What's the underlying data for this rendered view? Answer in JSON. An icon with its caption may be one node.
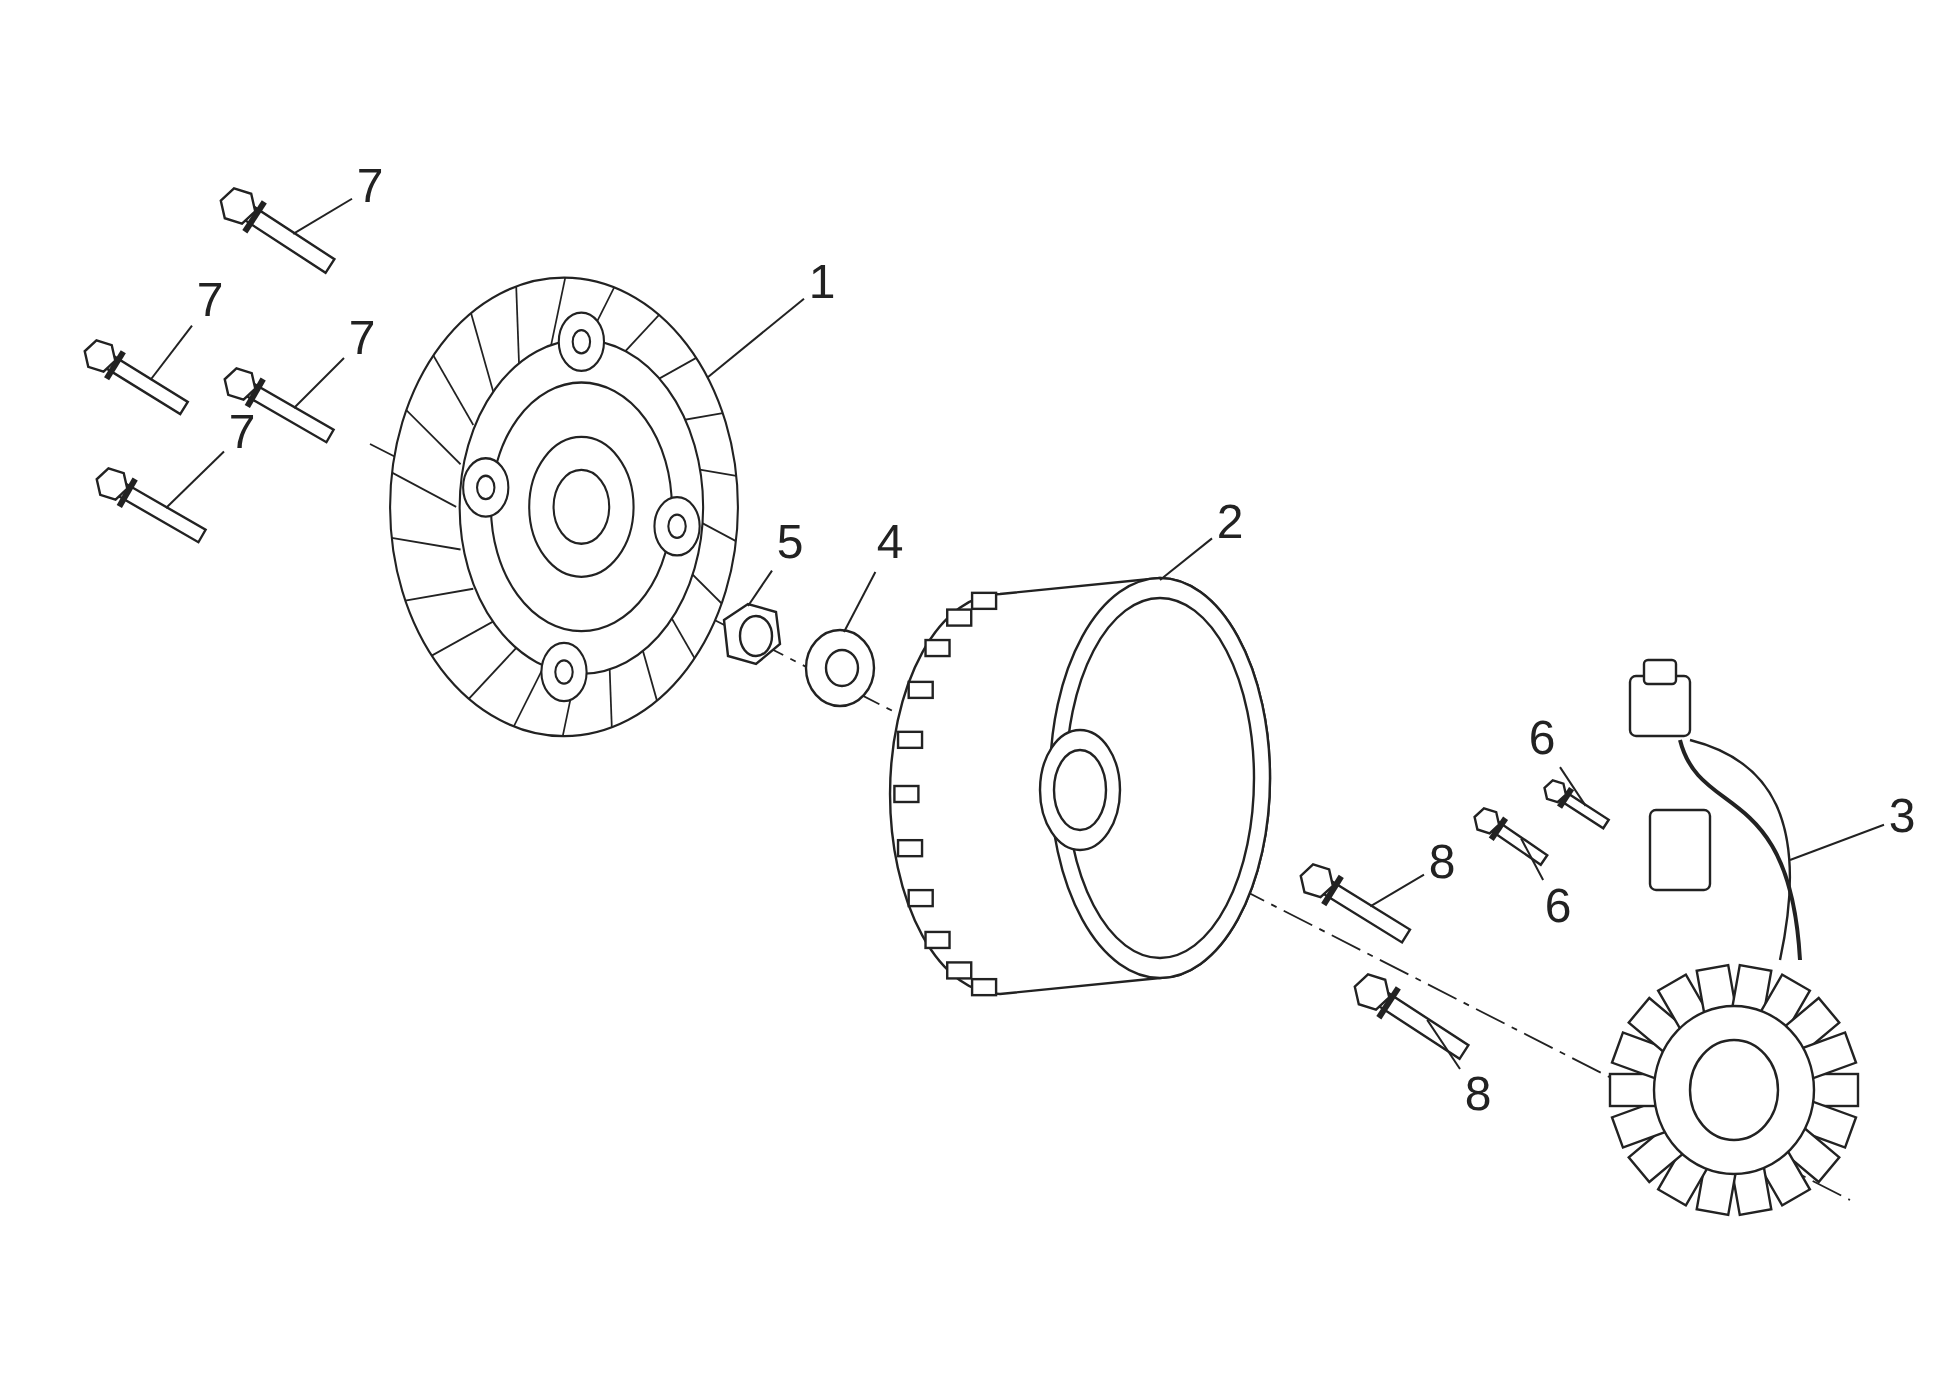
{
  "diagram": {
    "nodes": [
      {
        "text": [
          "7"
        ]
      },
      {
        "text": [],
        "shape": "picture"
      },
      {
        "text": [
          "7"
        ]
      },
      {
        "text": [],
        "shape": "picture"
      },
      {
        "text": [
          "7"
        ]
      },
      {
        "text": [],
        "shape": "picture"
      },
      {
        "text": [
          "7"
        ]
      },
      {
        "text": [],
        "shape": "picture"
      },
      {
        "text": [
          "1"
        ]
      },
      {
        "text": [],
        "shape": "picture"
      },
      {
        "text": [
          "5"
        ]
      },
      {
        "text": [],
        "shape": "picture"
      },
      {
        "text": [
          "4"
        ]
      },
      {
        "text": [],
        "shape": "picture"
      },
      {
        "text": [
          "2"
        ]
      },
      {
        "text": [],
        "shape": "picture"
      },
      {
        "text": [
          "6"
        ]
      },
      {
        "text": [],
        "shape": "picture"
      },
      {
        "text": [
          "6"
        ]
      },
      {
        "text": [],
        "shape": "picture"
      },
      {
        "text": [
          "3"
        ]
      },
      {
        "text": [],
        "shape": "picture"
      },
      {
        "text": [
          "8"
        ]
      },
      {
        "text": [],
        "shape": "picture"
      },
      {
        "text": [
          "8"
        ]
      },
      {
        "text": [],
        "shape": "picture"
      }
    ],
    "edges": [
      {
        "from": 0,
        "to": 1,
        "arrow": "none"
      },
      {
        "from": 2,
        "to": 3,
        "arrow": "none"
      },
      {
        "from": 4,
        "to": 5,
        "arrow": "none"
      },
      {
        "from": 6,
        "to": 7,
        "arrow": "none"
      },
      {
        "from": 8,
        "to": 9,
        "arrow": "none"
      },
      {
        "from": 10,
        "to": 11,
        "arrow": "none"
      },
      {
        "from": 12,
        "to": 13,
        "arrow": "none"
      },
      {
        "from": 14,
        "to": 15,
        "arrow": "none"
      },
      {
        "from": 16,
        "to": 17,
        "arrow": "none"
      },
      {
        "from": 18,
        "to": 19,
        "arrow": "none"
      },
      {
        "from": 20,
        "to": 21,
        "arrow": "none"
      },
      {
        "from": 22,
        "to": 23,
        "arrow": "none"
      },
      {
        "from": 24,
        "to": 25,
        "arrow": "none"
      }
    ]
  }
}
